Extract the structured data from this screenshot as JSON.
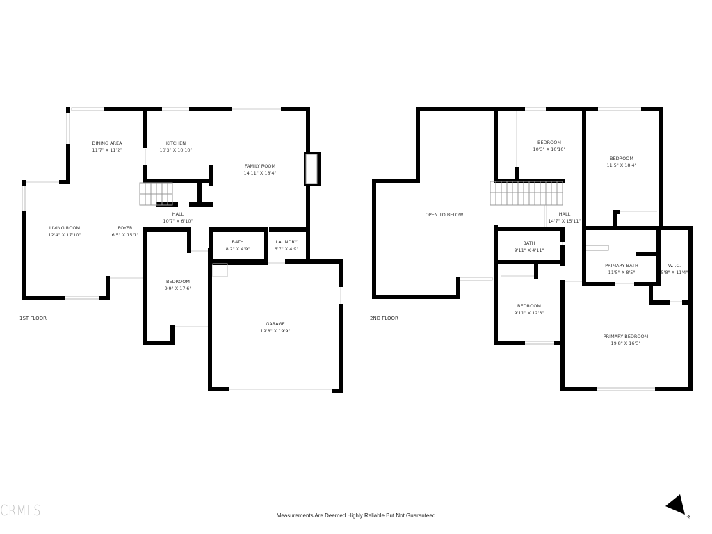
{
  "floors": [
    {
      "label": "1ST FLOOR",
      "rooms": [
        {
          "name": "DINING AREA",
          "size": "11'7\" X 11'2\""
        },
        {
          "name": "KITCHEN",
          "size": "10'3\" X 10'10\""
        },
        {
          "name": "FAMILY ROOM",
          "size": "14'11\" X 18'4\""
        },
        {
          "name": "HALL",
          "size": "10'7\" X 6'10\""
        },
        {
          "name": "LIVING ROOM",
          "size": "12'4\" X 17'10\""
        },
        {
          "name": "FOYER",
          "size": "6'5\" X 15'1\""
        },
        {
          "name": "BATH",
          "size": "8'2\" X 4'9\""
        },
        {
          "name": "LAUNDRY",
          "size": "6'7\" X 4'9\""
        },
        {
          "name": "BEDROOM",
          "size": "9'9\" X 17'6\""
        },
        {
          "name": "GARAGE",
          "size": "19'8\" X 19'9\""
        }
      ]
    },
    {
      "label": "2ND FLOOR",
      "rooms": [
        {
          "name": "BEDROOM",
          "size": "10'3\" X 10'10\""
        },
        {
          "name": "BEDROOM",
          "size": "11'5\" X 18'4\""
        },
        {
          "name": "OPEN TO BELOW",
          "size": ""
        },
        {
          "name": "HALL",
          "size": "14'7\" X 15'11\""
        },
        {
          "name": "BATH",
          "size": "9'11\" X 4'11\""
        },
        {
          "name": "PRIMARY BATH",
          "size": "11'5\" X 8'5\""
        },
        {
          "name": "W.I.C.",
          "size": "5'8\" X 11'4\""
        },
        {
          "name": "BEDROOM",
          "size": "9'11\" X 12'3\""
        },
        {
          "name": "PRIMARY BEDROOM",
          "size": "19'8\" X 16'3\""
        }
      ]
    }
  ],
  "footer": {
    "disclaimer": "Measurements Are Deemed Highly Reliable But Not Guaranteed",
    "logo": "CRMLS",
    "compass": "N"
  },
  "icons": {
    "compass": "north-arrow-icon"
  }
}
